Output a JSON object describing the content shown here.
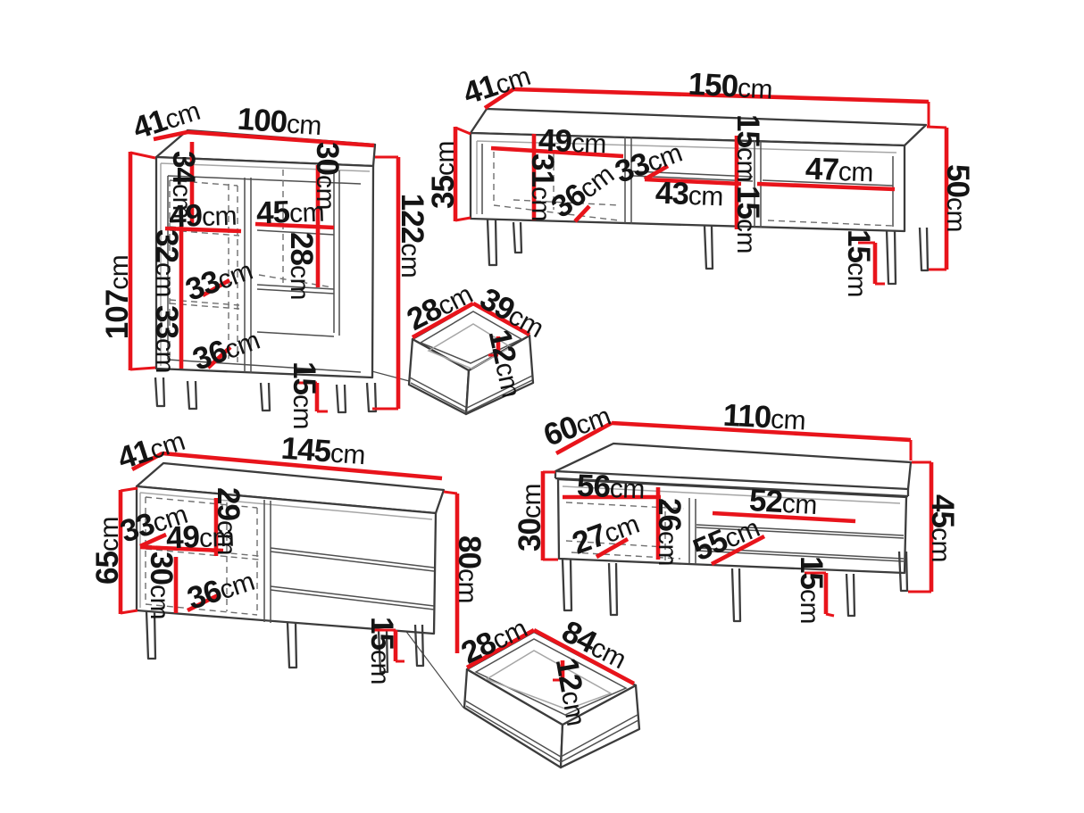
{
  "unit": "cm",
  "colors": {
    "dimension_line": "#e8141b",
    "outline": "#3c3c3c",
    "label_text": "#141414",
    "background": "#ffffff"
  },
  "pieces": {
    "cabinet": {
      "dims": {
        "depth": "41",
        "width": "100",
        "top_left_inner": "34",
        "top_right_inner": "30",
        "left_shelf": "49",
        "right_shelf": "45",
        "total_height": "122",
        "carcass_height": "107",
        "mid_left_inner": "32",
        "mid_shelf": "33",
        "bottom_left_inner": "33",
        "bottom_shelf": "36",
        "right_inner": "28",
        "leg_height": "15"
      }
    },
    "tv_stand": {
      "dims": {
        "depth": "41",
        "width": "150",
        "carcass_height": "35",
        "left_shelf": "49",
        "left_inner": "31",
        "left_door": "36",
        "mid_depth": "33",
        "mid_shelf": "43",
        "upper_inner": "15",
        "lower_inner": "15",
        "right_shelf": "47",
        "total_height": "50",
        "leg_height": "15"
      }
    },
    "drawer_small": {
      "dims": {
        "depth": "28",
        "width": "39",
        "height": "12"
      }
    },
    "sideboard": {
      "dims": {
        "depth": "41",
        "width": "145",
        "carcass_height": "65",
        "top_inner": "29",
        "door_width": "33",
        "shelf_width": "49",
        "bottom_inner": "30",
        "bottom_shelf": "36",
        "total_height": "80",
        "leg_height": "15"
      }
    },
    "coffee_table": {
      "dims": {
        "depth": "60",
        "width": "110",
        "carcass_height": "30",
        "left_shelf": "56",
        "inner_height": "26",
        "left_door": "27",
        "mid_shelf": "55",
        "right_shelf": "52",
        "total_height": "45",
        "leg_height": "15"
      }
    },
    "drawer_large": {
      "dims": {
        "depth": "28",
        "width": "84",
        "height": "12"
      }
    }
  }
}
